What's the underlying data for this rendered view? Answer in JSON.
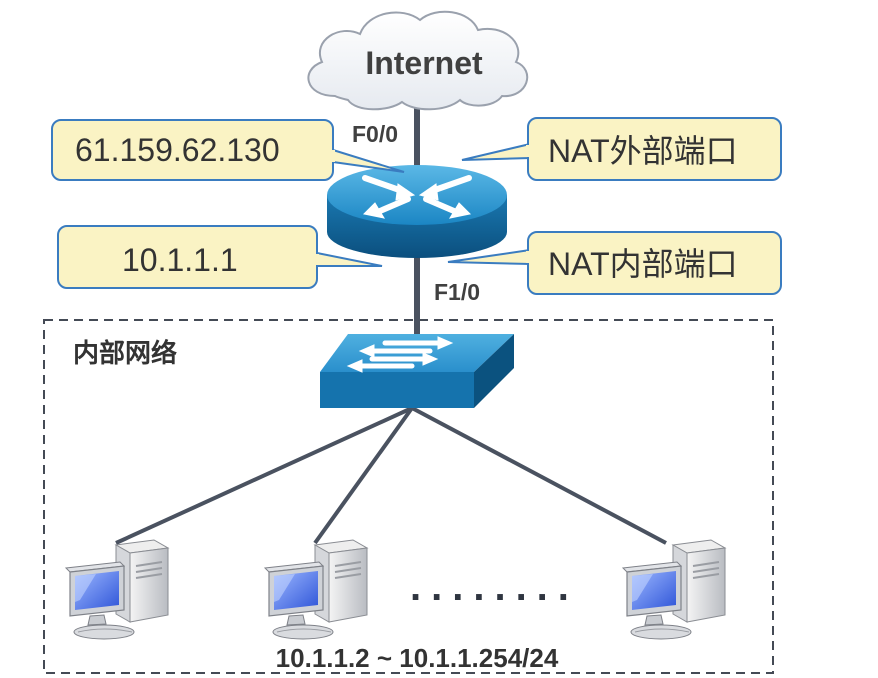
{
  "cloud": {
    "label": "Internet"
  },
  "router": {
    "outside_port": "F0/0",
    "inside_port": "F1/0",
    "outside_ip": "61.159.62.130",
    "inside_ip": "10.1.1.1",
    "outside_role": "NAT外部端口",
    "inside_role": "NAT内部端口"
  },
  "internal_network": {
    "label": "内部网络",
    "host_range": "10.1.1.2 ~ 10.1.1.254/24",
    "ellipsis": "........"
  },
  "icons": [
    "cloud-icon",
    "router-icon",
    "switch-icon",
    "computer-icon"
  ],
  "colors": {
    "callout_fill": "#FAF3C4",
    "callout_border": "#3A7CC0",
    "device_blue": "#1A7FB8",
    "link_line": "#4A5260",
    "zone_border": "#444a55"
  }
}
